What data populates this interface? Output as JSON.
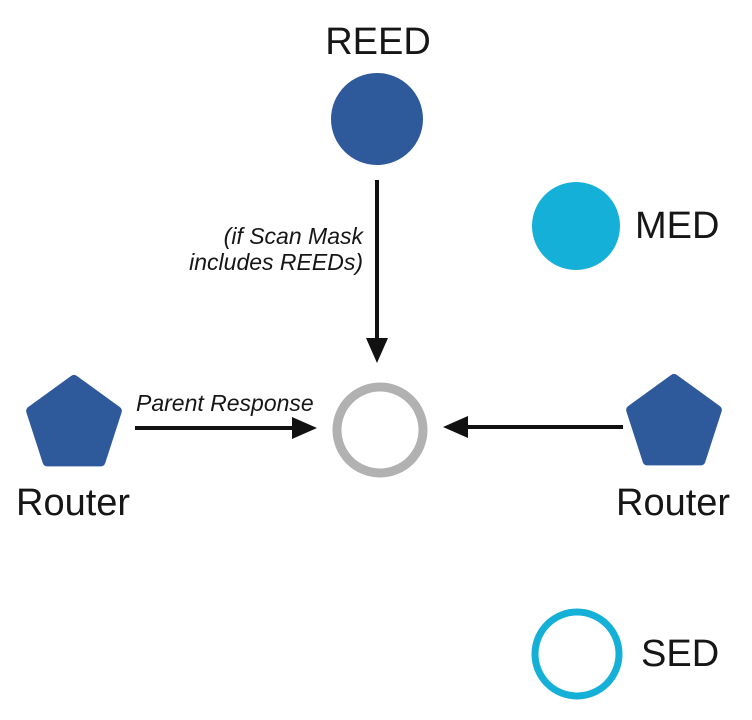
{
  "nodes": {
    "reed": {
      "label": "REED"
    },
    "med": {
      "label": "MED"
    },
    "sed": {
      "label": "SED"
    },
    "router_left": {
      "label": "Router"
    },
    "router_right": {
      "label": "Router"
    }
  },
  "annotations": {
    "scan_mask_note": "(if Scan Mask\nincludes REEDs)",
    "parent_response_label": "Parent Response"
  },
  "colors": {
    "router_reed_blue": "#2e5a9c",
    "med_sed_cyan": "#14b0d8",
    "joiner_outline_gray": "#b1b1b1",
    "arrow_black": "#111111"
  }
}
